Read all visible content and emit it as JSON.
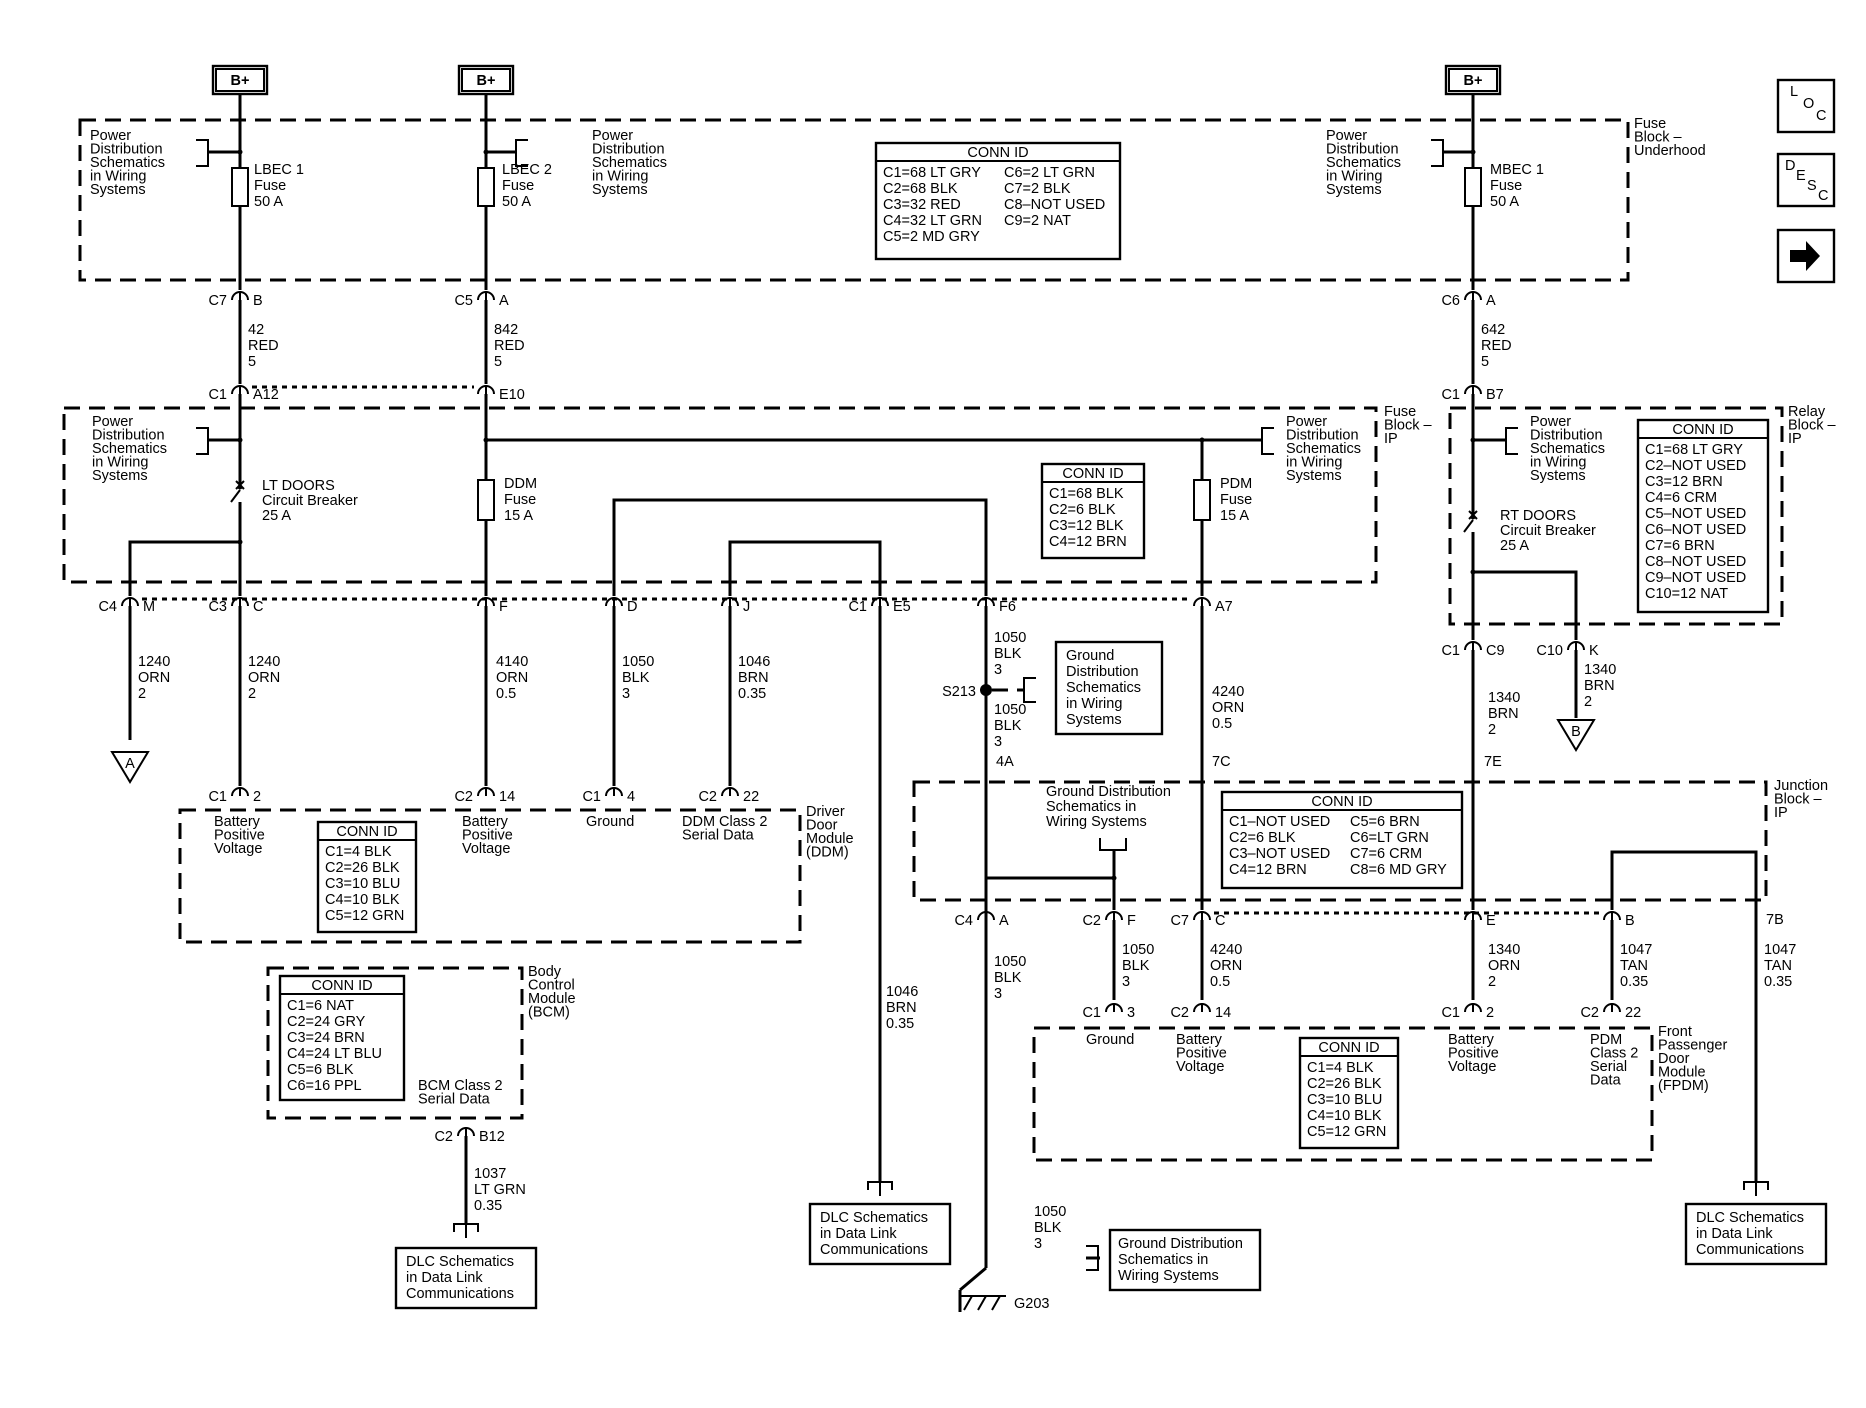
{
  "bplus": "B+",
  "nav": {
    "loc": [
      "L",
      "O",
      "C"
    ],
    "desc": [
      "D",
      "E",
      "S",
      "C"
    ],
    "next_icon": "right-arrow-icon"
  },
  "pds": [
    "Power",
    "Distribution",
    "Schematics",
    "in Wiring",
    "Systems"
  ],
  "fuse_uh": {
    "label": [
      "Fuse",
      "Block –",
      "Underhood"
    ],
    "lbec1": [
      "LBEC 1",
      "Fuse",
      "50 A"
    ],
    "lbec2": [
      "LBEC 2",
      "Fuse",
      "50 A"
    ],
    "mbec1": [
      "MBEC 1",
      "Fuse",
      "50 A"
    ],
    "conn_title": "CONN ID",
    "conn": [
      [
        "C1=68 LT GRY",
        "C6=2 LT GRN"
      ],
      [
        "C2=68 BLK",
        "C7=2 BLK"
      ],
      [
        "C3=32 RED",
        "C8–NOT USED"
      ],
      [
        "C4=32 LT GRN",
        "C9=2 NAT"
      ],
      [
        "C5=2 MD GRY",
        ""
      ]
    ]
  },
  "pins": {
    "c7": "C7",
    "b": "B",
    "c5": "C5",
    "a": "A",
    "c6": "C6",
    "c1": "C1",
    "a12": "A12",
    "e10": "E10",
    "b7": "B7",
    "c4": "C4",
    "m": "M",
    "c3": "C3",
    "c": "C",
    "f": "F",
    "d": "D",
    "j": "J",
    "e5": "E5",
    "f6": "F6",
    "a7": "A7",
    "c9": "C9",
    "c10": "C10",
    "k": "K",
    "c2": "C2",
    "p2": "2",
    "p14": "14",
    "p4": "4",
    "p22": "22",
    "p4a": "4A",
    "p7c": "7C",
    "p7e": "7E",
    "p7b": "7B",
    "e": "E",
    "p3": "3",
    "b12": "B12"
  },
  "wires": {
    "w42": [
      "42",
      "RED",
      "5"
    ],
    "w842": [
      "842",
      "RED",
      "5"
    ],
    "w642": [
      "642",
      "RED",
      "5"
    ],
    "w1240a": [
      "1240",
      "ORN",
      "2"
    ],
    "w1240b": [
      "1240",
      "ORN",
      "2"
    ],
    "w4140": [
      "4140",
      "ORN",
      "0.5"
    ],
    "w1050a": [
      "1050",
      "BLK",
      "3"
    ],
    "w1046a": [
      "1046",
      "BRN",
      "0.35"
    ],
    "w1050b": [
      "1050",
      "BLK",
      "3"
    ],
    "w1050c": [
      "1050",
      "BLK",
      "3"
    ],
    "w4240a": [
      "4240",
      "ORN",
      "0.5"
    ],
    "w1340a": [
      "1340",
      "BRN",
      "2"
    ],
    "w1340b": [
      "1340",
      "BRN",
      "2"
    ],
    "w1046b": [
      "1046",
      "BRN",
      "0.35"
    ],
    "w1050d": [
      "1050",
      "BLK",
      "3"
    ],
    "w1050e": [
      "1050",
      "BLK",
      "3"
    ],
    "w4240b": [
      "4240",
      "ORN",
      "0.5"
    ],
    "w1340c": [
      "1340",
      "ORN",
      "2"
    ],
    "w1047a": [
      "1047",
      "TAN",
      "0.35"
    ],
    "w1047b": [
      "1047",
      "TAN",
      "0.35"
    ],
    "w1037": [
      "1037",
      "LT GRN",
      "0.35"
    ],
    "w1050f": [
      "1050",
      "BLK",
      "3"
    ]
  },
  "fuse_ip": {
    "label": [
      "Fuse",
      "Block –",
      "IP"
    ],
    "lt_doors": [
      "LT DOORS",
      "Circuit Breaker",
      "25 A"
    ],
    "ddm_fuse": [
      "DDM",
      "Fuse",
      "15 A"
    ],
    "pdm_fuse": [
      "PDM",
      "Fuse",
      "15 A"
    ],
    "conn_title": "CONN ID",
    "conn": [
      "C1=68 BLK",
      "C2=6 BLK",
      "C3=12 BLK",
      "C4=12 BRN"
    ]
  },
  "relay": {
    "label": [
      "Relay",
      "Block –",
      "IP"
    ],
    "rt_doors": [
      "RT DOORS",
      "Circuit Breaker",
      "25 A"
    ],
    "conn_title": "CONN ID",
    "conn": [
      "C1=68 LT GRY",
      "C2–NOT USED",
      "C3=12 BRN",
      "C4=6 CRM",
      "C5–NOT USED",
      "C6–NOT USED",
      "C7=6 BRN",
      "C8–NOT USED",
      "C9–NOT USED",
      "C10=12 NAT"
    ]
  },
  "splice": "S213",
  "gnd_box": [
    "Ground",
    "Distribution",
    "Schematics",
    "in Wiring",
    "Systems"
  ],
  "off_a": "A",
  "off_b": "B",
  "ddm": {
    "label": [
      "Driver",
      "Door",
      "Module",
      "(DDM)"
    ],
    "bpv": [
      "Battery",
      "Positive",
      "Voltage"
    ],
    "bpv2": [
      "Battery",
      "Positive",
      "Voltage"
    ],
    "ground": "Ground",
    "serial": [
      "DDM Class 2",
      "Serial Data"
    ],
    "conn_title": "CONN ID",
    "conn": [
      "C1=4 BLK",
      "C2=26 BLK",
      "C3=10 BLU",
      "C4=10 BLK",
      "C5=12 GRN"
    ]
  },
  "junction": {
    "label": [
      "Junction",
      "Block –",
      "IP"
    ],
    "gnd_text": [
      "Ground Distribution",
      "Schematics in",
      "Wiring Systems"
    ],
    "conn_title": "CONN ID",
    "conn": [
      [
        "C1–NOT USED",
        "C5=6 BRN"
      ],
      [
        "C2=6 BLK",
        "C6=LT GRN"
      ],
      [
        "C3–NOT USED",
        "C7=6 CRM"
      ],
      [
        "C4=12 BRN",
        "C8=6 MD GRY"
      ]
    ]
  },
  "bcm": {
    "label": [
      "Body",
      "Control",
      "Module",
      "(BCM)"
    ],
    "serial": [
      "BCM Class 2",
      "Serial Data"
    ],
    "conn_title": "CONN ID",
    "conn": [
      "C1=6 NAT",
      "C2=24 GRY",
      "C3=24 BRN",
      "C4=24 LT BLU",
      "C5=6 BLK",
      "C6=16 PPL"
    ]
  },
  "fpdm": {
    "label": [
      "Front",
      "Passenger",
      "Door",
      "Module",
      "(FPDM)"
    ],
    "ground": "Ground",
    "bpv": [
      "Battery",
      "Positive",
      "Voltage"
    ],
    "bpv2": [
      "Battery",
      "Positive",
      "Voltage"
    ],
    "serial": [
      "PDM",
      "Class 2",
      "Serial",
      "Data"
    ],
    "conn_title": "CONN ID",
    "conn": [
      "C1=4 BLK",
      "C2=26 BLK",
      "C3=10 BLU",
      "C4=10 BLK",
      "C5=12 GRN"
    ]
  },
  "dlc": [
    "DLC Schematics",
    "in Data Link",
    "Communications"
  ],
  "gnd_bottom": [
    "Ground Distribution",
    "Schematics in",
    "Wiring Systems"
  ],
  "g203": "G203"
}
